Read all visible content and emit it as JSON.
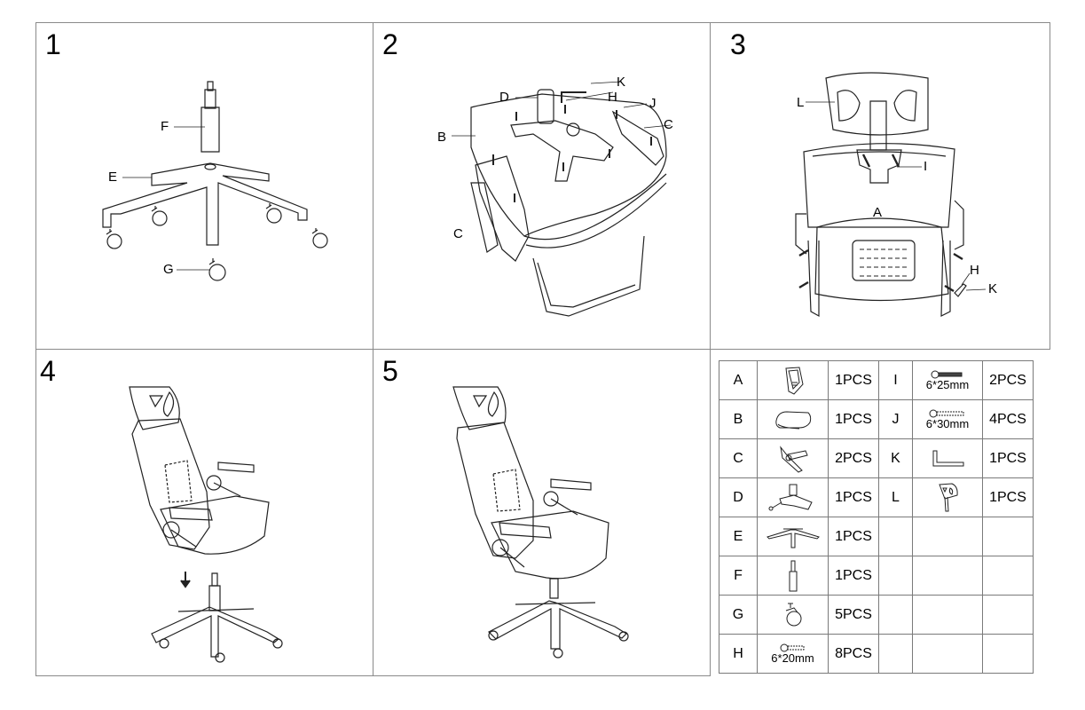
{
  "steps": [
    {
      "number": "1",
      "callouts": [
        "F",
        "E",
        "G"
      ]
    },
    {
      "number": "2",
      "callouts": [
        "K",
        "D",
        "H",
        "J",
        "C",
        "B",
        "C"
      ]
    },
    {
      "number": "3",
      "callouts": [
        "L",
        "I",
        "A",
        "H",
        "K"
      ]
    },
    {
      "number": "4",
      "callouts": []
    },
    {
      "number": "5",
      "callouts": []
    }
  ],
  "parts_table": {
    "rows": [
      {
        "left": {
          "label": "A",
          "icon": "backrest-icon",
          "qty": "1PCS"
        },
        "right": {
          "label": "I",
          "icon": "screw-icon",
          "size": "6*25mm",
          "qty": "2PCS"
        }
      },
      {
        "left": {
          "label": "B",
          "icon": "seat-cushion-icon",
          "qty": "1PCS"
        },
        "right": {
          "label": "J",
          "icon": "long-screw-icon",
          "size": "6*30mm",
          "qty": "4PCS"
        }
      },
      {
        "left": {
          "label": "C",
          "icon": "armrest-icon",
          "qty": "2PCS"
        },
        "right": {
          "label": "K",
          "icon": "allen-key-icon",
          "qty": "1PCS"
        }
      },
      {
        "left": {
          "label": "D",
          "icon": "mechanism-icon",
          "qty": "1PCS"
        },
        "right": {
          "label": "L",
          "icon": "headrest-icon",
          "qty": "1PCS"
        }
      },
      {
        "left": {
          "label": "E",
          "icon": "star-base-icon",
          "qty": "1PCS"
        }
      },
      {
        "left": {
          "label": "F",
          "icon": "gas-lift-icon",
          "qty": "1PCS"
        }
      },
      {
        "left": {
          "label": "G",
          "icon": "caster-icon",
          "qty": "5PCS"
        }
      },
      {
        "left": {
          "label": "H",
          "icon": "short-screw-icon",
          "size": "6*20mm",
          "qty": "8PCS"
        }
      }
    ]
  },
  "colors": {
    "line": "#222222",
    "border": "#8a8a8a"
  }
}
